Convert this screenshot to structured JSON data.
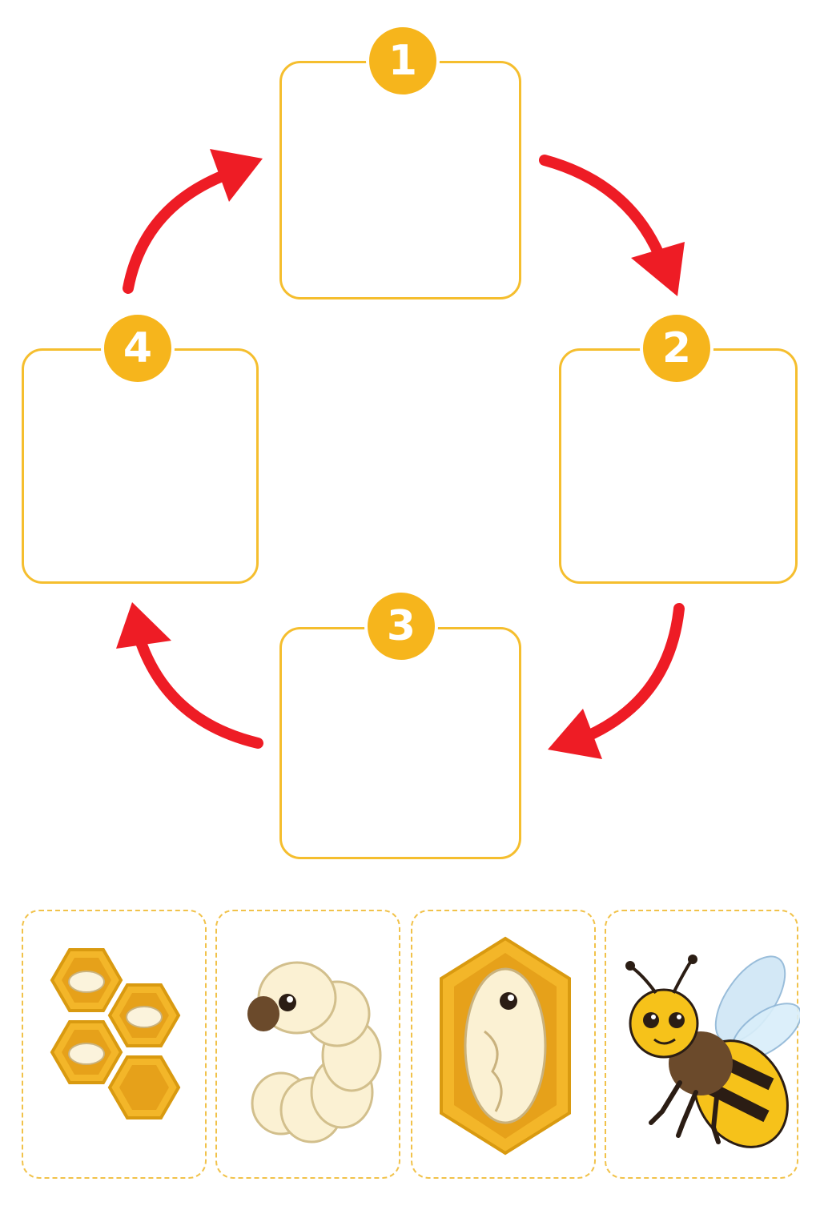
{
  "stages": [
    {
      "number": "1"
    },
    {
      "number": "2"
    },
    {
      "number": "3"
    },
    {
      "number": "4"
    }
  ],
  "cards": [
    {
      "icon": "honeycomb-eggs-icon"
    },
    {
      "icon": "larva-icon"
    },
    {
      "icon": "pupa-in-cell-icon"
    },
    {
      "icon": "adult-bee-icon"
    }
  ],
  "colors": {
    "box_border": "#f5be2e",
    "badge_fill": "#f6b51c",
    "arrow": "#ee1c25",
    "card_border": "#f1c24a"
  }
}
